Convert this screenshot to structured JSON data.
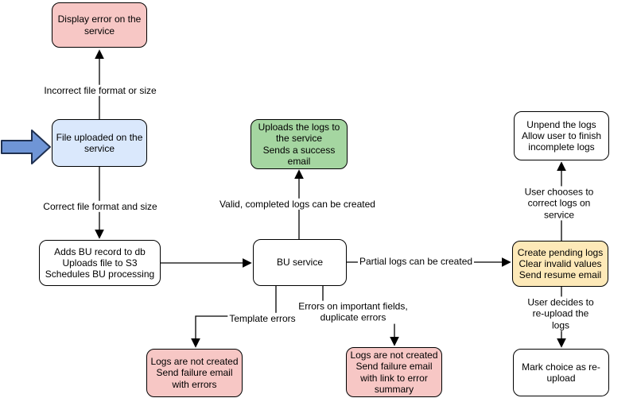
{
  "diagram": {
    "nodes": [
      {
        "name": "display-error",
        "text": "Display error on the\nservice",
        "fill": "#f7c7c5"
      },
      {
        "name": "file-uploaded",
        "text": "File uploaded on the\nservice",
        "fill": "#dae8fc"
      },
      {
        "name": "adds-bu-record",
        "text": "Adds BU record to db\nUploads file to S3\nSchedules BU processing",
        "fill": "#ffffff"
      },
      {
        "name": "uploads-logs-success",
        "text": "Uploads the logs to\nthe service\nSends a success\nemail",
        "fill": "#a5d6a1"
      },
      {
        "name": "bu-service",
        "text": "BU service",
        "fill": "#ffffff"
      },
      {
        "name": "unpend-logs",
        "text": "Unpend the logs\nAllow user to finish\nincomplete logs",
        "fill": "#ffffff"
      },
      {
        "name": "create-pending-logs",
        "text": "Create pending logs\nClear invalid values\nSend resume email",
        "fill": "#fde9b8"
      },
      {
        "name": "mark-choice-reupload",
        "text": "Mark choice as re-\nupload",
        "fill": "#ffffff"
      },
      {
        "name": "logs-not-created-errors",
        "text": "Logs are not created\nSend failure email\nwith errors",
        "fill": "#f7c7c5"
      },
      {
        "name": "logs-not-created-summary",
        "text": "Logs are not created\nSend failure email\nwith link to error\nsummary",
        "fill": "#f7c7c5"
      }
    ],
    "edge_labels": [
      {
        "name": "incorrect-file-format",
        "text": "Incorrect file format or size"
      },
      {
        "name": "correct-file-format",
        "text": "Correct file format and size"
      },
      {
        "name": "valid-completed-logs",
        "text": "Valid, completed logs can be created"
      },
      {
        "name": "partial-logs",
        "text": "Partial logs can be created"
      },
      {
        "name": "user-chooses-correct",
        "text": "User chooses to correct logs on service"
      },
      {
        "name": "user-decides-reupload",
        "text": "User decides to re-upload the logs"
      },
      {
        "name": "template-errors",
        "text": "Template errors"
      },
      {
        "name": "errors-important",
        "text": "Errors on important fields,\nduplicate errors"
      }
    ],
    "colors": {
      "background": "#ffffff",
      "node_border": "#000000",
      "edge": "#000000",
      "entry_arrow_fill": "#6f95d6",
      "entry_arrow_stroke": "#1f3050",
      "fill_error": "#f7c7c5",
      "fill_input": "#dae8fc",
      "fill_success": "#a5d6a1",
      "fill_pending": "#fde9b8"
    }
  }
}
